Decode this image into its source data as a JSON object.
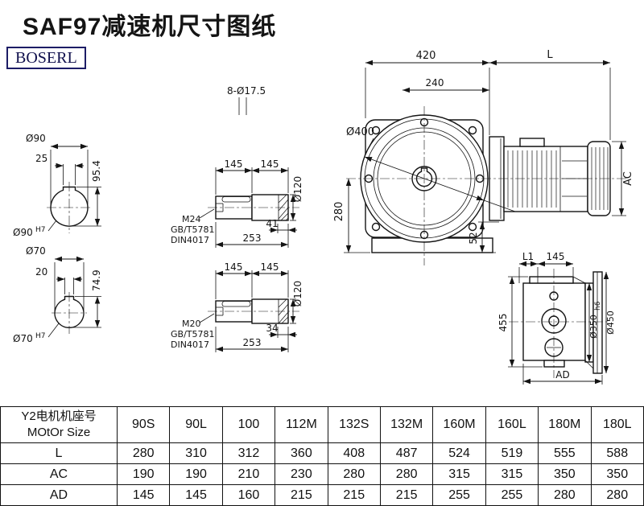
{
  "page": {
    "title": "SAF97减速机尺寸图纸",
    "brand": "BOSERL"
  },
  "drawing": {
    "shaft_section_1": {
      "dia": "Ø90",
      "key_width": "25",
      "keyway_height": "95.4",
      "bore": "Ø90",
      "bore_tol": "H7"
    },
    "shaft_section_2": {
      "dia": "Ø70",
      "key_width": "20",
      "keyway_height": "74.9",
      "bore": "Ø70",
      "bore_tol": "H7"
    },
    "shaft_view_1": {
      "seg1": "145",
      "seg2": "145",
      "dia": "Ø120",
      "thread": "M24",
      "std1": "GB/T5781",
      "std2": "DIN4017",
      "key_len": "41",
      "total_len": "253"
    },
    "shaft_view_2": {
      "seg1": "145",
      "seg2": "145",
      "dia": "Ø120",
      "thread": "M20",
      "std1": "GB/T5781",
      "std2": "DIN4017",
      "key_len": "34",
      "total_len": "253"
    },
    "front_view": {
      "width": "420",
      "motor_len": "L",
      "bolt_holes": "8-Ø17.5",
      "dim_240": "240",
      "flange_dia": "Ø400",
      "center_height": "280",
      "dim_52": "52",
      "motor_height": "AC"
    },
    "side_view": {
      "dim_l1": "L1",
      "dim_145": "145",
      "height": "455",
      "spigot_dia": "Ø350",
      "spigot_tol": "h6",
      "flange_dia": "Ø450",
      "dim_ad": "AD"
    }
  },
  "table": {
    "header_cn": "Y2电机机座号",
    "header_en": "MOtOr Size",
    "sizes": [
      "90S",
      "90L",
      "100",
      "112M",
      "132S",
      "132M",
      "160M",
      "160L",
      "180M",
      "180L"
    ],
    "rows": [
      {
        "label": "L",
        "values": [
          "280",
          "310",
          "312",
          "360",
          "408",
          "487",
          "524",
          "519",
          "555",
          "588"
        ]
      },
      {
        "label": "AC",
        "values": [
          "190",
          "190",
          "210",
          "230",
          "280",
          "280",
          "315",
          "315",
          "350",
          "350"
        ]
      },
      {
        "label": "AD",
        "values": [
          "145",
          "145",
          "160",
          "215",
          "215",
          "215",
          "255",
          "255",
          "280",
          "280"
        ]
      }
    ]
  }
}
